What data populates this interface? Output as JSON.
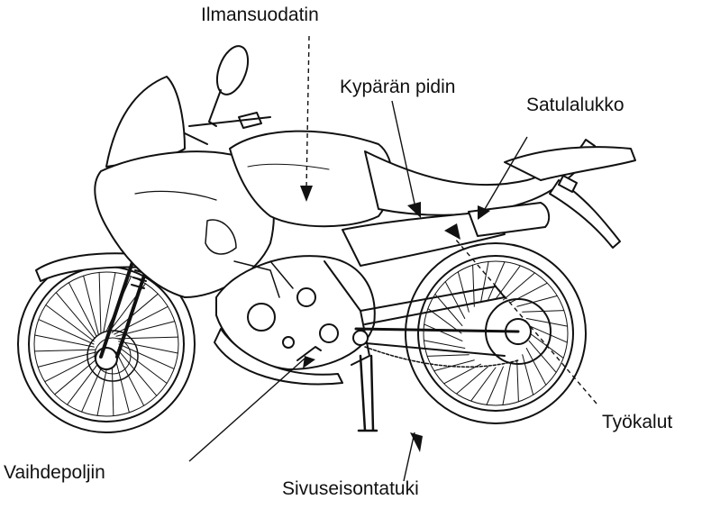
{
  "labels": {
    "air_filter": "Ilmansuodatin",
    "helmet_holder": "Kypärän pidin",
    "seat_lock": "Satulalukko",
    "tools": "Työkalut",
    "gear_pedal": "Vaihdepoljin",
    "side_stand": "Sivuseisontatuki"
  },
  "colors": {
    "ink": "#111111",
    "background": "#ffffff"
  }
}
